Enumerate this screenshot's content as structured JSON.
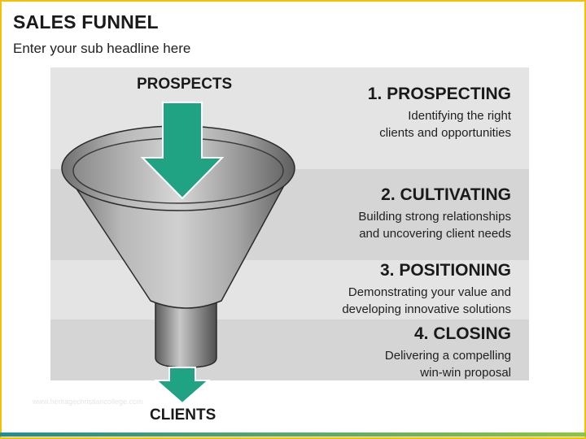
{
  "header": {
    "title": "SALES FUNNEL",
    "subtitle": "Enter your sub headline here"
  },
  "funnel": {
    "top_label": "PROSPECTS",
    "bottom_label": "CLIENTS",
    "arrow_color": "#1fa383",
    "funnel_color": "#9a9a9a"
  },
  "stages": [
    {
      "title": "1. PROSPECTING",
      "line1": "Identifying the right",
      "line2": "clients and opportunities"
    },
    {
      "title": "2. CULTIVATING",
      "line1": "Building strong relationships",
      "line2": "and uncovering client needs"
    },
    {
      "title": "3. POSITIONING",
      "line1": "Demonstrating your value and",
      "line2": "developing innovative solutions"
    },
    {
      "title": "4. CLOSING",
      "line1": "Delivering a compelling",
      "line2": "win-win proposal"
    }
  ],
  "watermark": "www.heritagechristiancollege.com",
  "colors": {
    "frame": "#f2c200",
    "band_light": "#e4e4e4",
    "band_dark": "#d5d5d5",
    "accent_teal": "#1fa383"
  }
}
